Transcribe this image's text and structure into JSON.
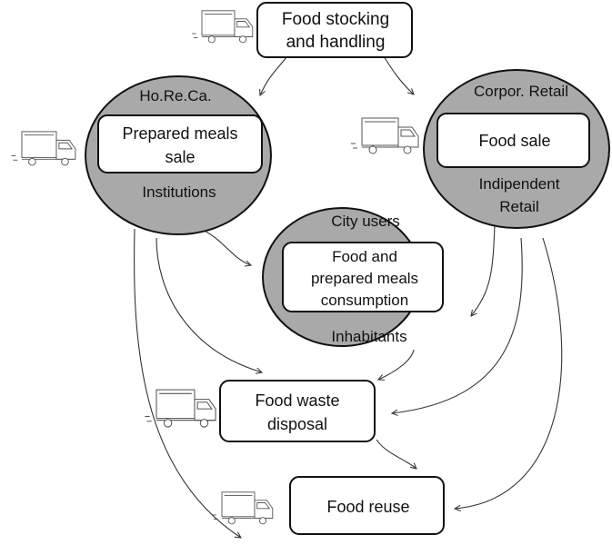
{
  "nodes": {
    "stocking": [
      "Food stocking",
      "and handling"
    ],
    "horeca": {
      "top_label": "Ho.Re.Ca.",
      "inner": [
        "Prepared meals",
        "sale"
      ],
      "bottom_label": "Institutions"
    },
    "retail": {
      "top_label": "Corpor. Retail",
      "inner": [
        "Food sale"
      ],
      "bottom_label": [
        "Indipendent",
        "Retail"
      ]
    },
    "consumption": {
      "top_label": "City users",
      "inner": [
        "Food and",
        "prepared meals",
        "consumption"
      ],
      "bottom_label": "Inhabitants"
    },
    "waste": [
      "Food waste",
      "disposal"
    ],
    "reuse": [
      "Food reuse"
    ]
  },
  "colors": {
    "ellipse_fill": "#a9a9a9",
    "stroke": "#111111",
    "box_fill": "#ffffff",
    "arrow": "#333333"
  },
  "icons": [
    "truck-icon"
  ]
}
